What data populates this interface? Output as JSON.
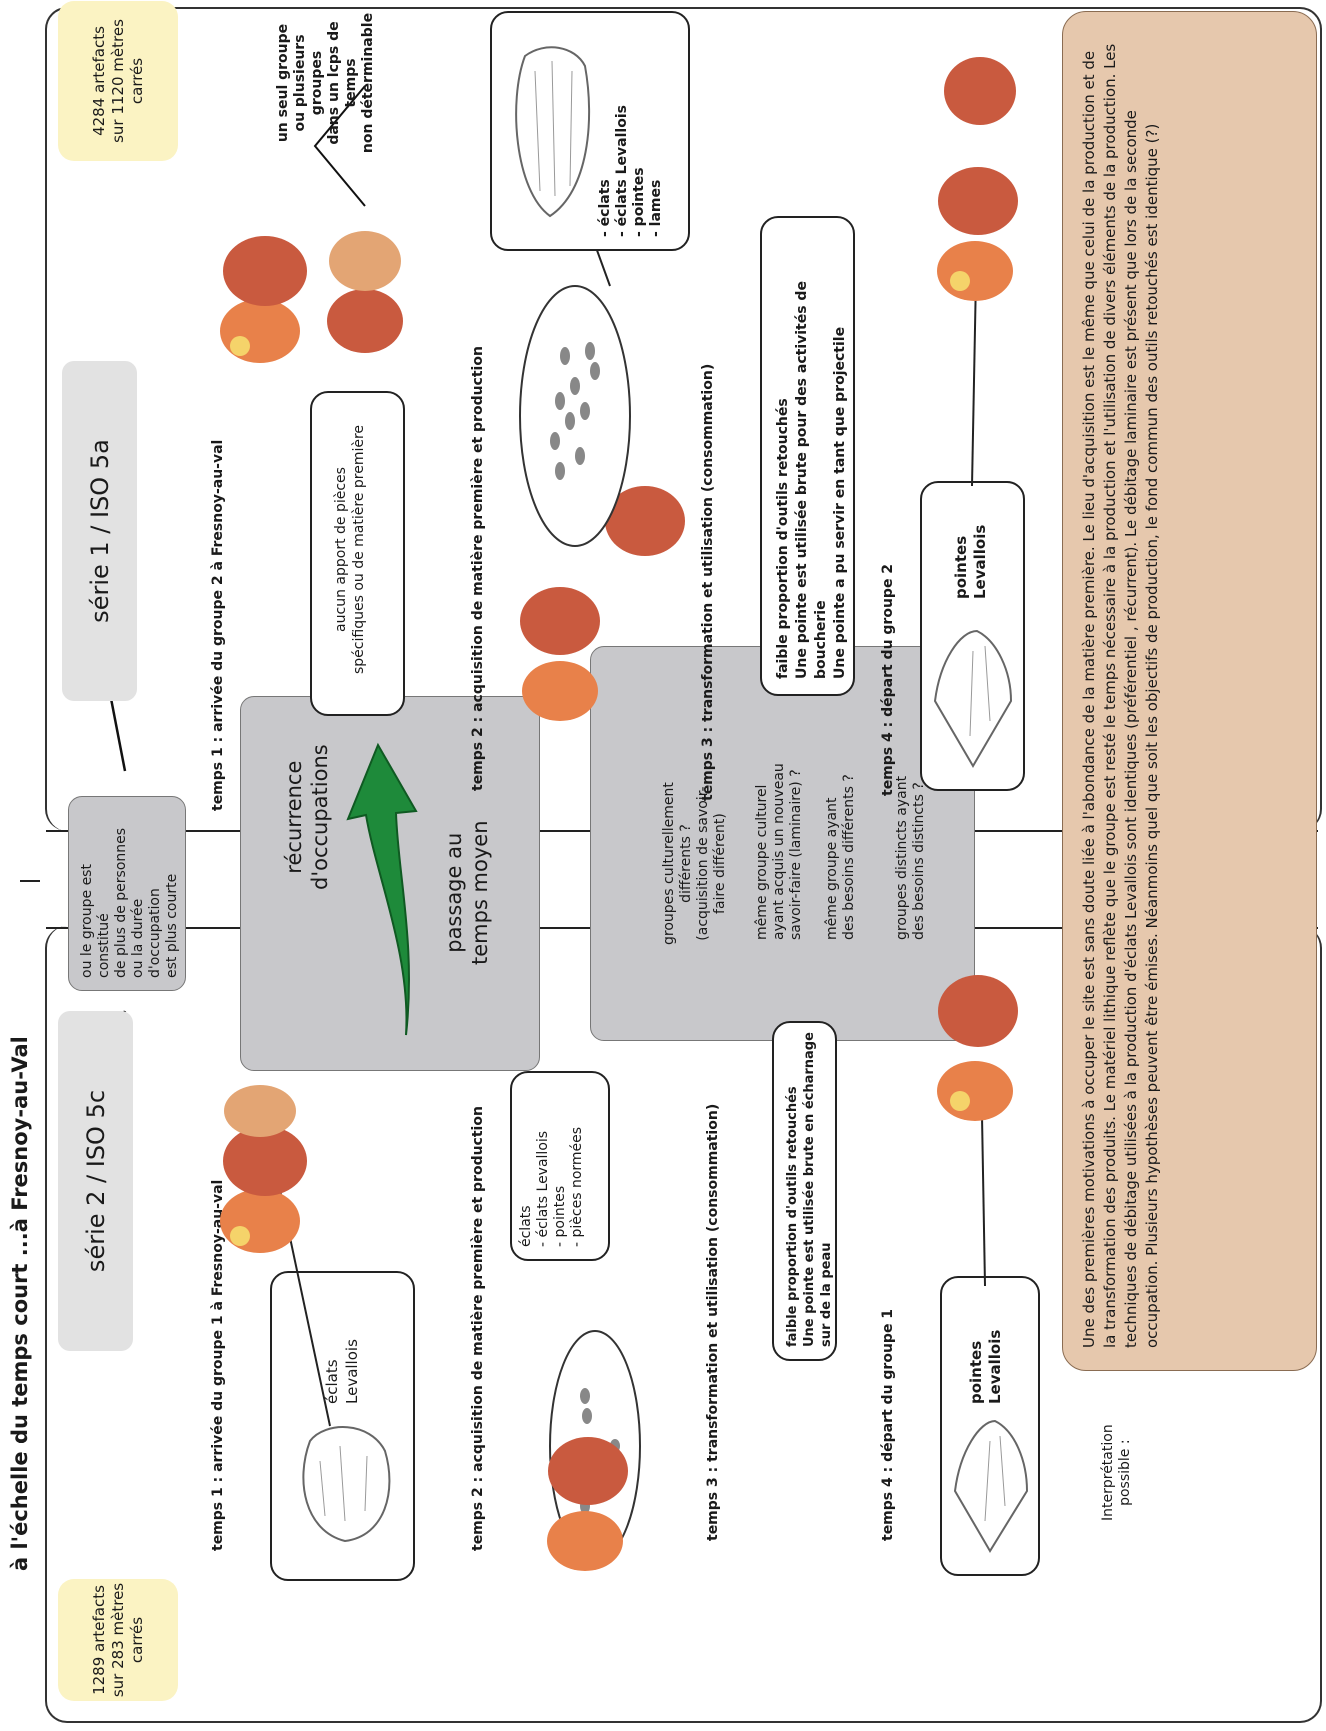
{
  "title": "à l'échelle du temps court ...à Fresnoy-au-Val",
  "left": {
    "stats": "1289 artefacts\nsur 283 mètres\ncarrés",
    "series": "série 2 / ISO 5c",
    "t1": "temps 1 : arrivée du groupe 1 à Fresnoy-au-val",
    "t1_box": "éclats\nLevallois",
    "t2": "temps 2 : acquisition de matière première et production",
    "t2_box": "éclats\n- éclats Levallois\n- pointes\n- pièces normées",
    "t3": "temps 3 : transformation et utilisation (consommation)",
    "t3_box": "faible proportion d'outils retouchés\nUne pointe est utilisée brute en écharnage sur de la peau",
    "t4": "temps 4 : départ du groupe 1",
    "t4_box": "pointes\nLevallois"
  },
  "right": {
    "stats": "4284 artefacts\nsur 1120 mètres\ncarrés",
    "series": "série 1 / ISO 5a",
    "groups_note": "un seul groupe\nou plusieurs groupes\ndans un lcps de temps\nnon déterminable",
    "t1": "temps 1 : arrivée du groupe 2 à Fresnoy-au-val",
    "t1_box": "aucun apport de pièces\nspécifiques ou de matière première",
    "t2": "temps 2 : acquisition de matière première et production",
    "t2_box": "- éclats\n- éclats Levallois\n- pointes\n- lames",
    "t3": "temps 3 : transformation et utilisation (consommation)",
    "t3_box": "faible proportion d'outils retouchés\nUne pointe est utilisée brute pour des activités de boucherie\nUne pointe a pu servir en tant que projectile",
    "t4": "temps 4 : départ du groupe 2",
    "t4_box": "pointes\nLevallois"
  },
  "center": {
    "condition": "ou le groupe est constitué\nde plus de personnes\nou la durée d'occupation\nest plus courte",
    "recurrence": "récurrence\nd'occupations",
    "passage": "passage au\ntemps moyen",
    "hyp1": "groupes culturellement\ndifférents ?\n(acquisition de savoir-\nfaire différent)",
    "hyp2": "même groupe culturel\nayant acquis un nouveau\nsavoir-faire (laminaire) ?",
    "hyp3": "même groupe ayant\ndes besoins différents ?",
    "hyp4": "groupes distincts ayant\ndes besoins distincts ?"
  },
  "interpretation": {
    "label": "Interprétation\npossible :",
    "text": "Une des premières motivations à occuper le site est sans doute liée à l'abondance de la matière première. Le lieu d'acquisition est le même que celui de la production et de la transformation des produits. Le matériel lithique reflète que le groupe est resté le temps nécessaire à la production et l'utilisation de divers éléments de la production. Les techniques de débitage utilisées à la production d'éclats Levallois sont identiques (préférentiel , récurrent). Le débitage laminaire est présent que lors de la seconde occupation. Plusieurs hypothèses peuvent être émises. Néanmoins quel que soit les objectifs de production, le fond commun des outils retouchés est identique (?)"
  },
  "colors": {
    "yellow_box": "#fbf3c3",
    "series_box": "#e2e2e2",
    "center_box": "#c8c8cb",
    "interpretation_box": "#e6c8ad",
    "arrow_green": "#1e8a3a",
    "pebble": "#8a8a8a"
  }
}
